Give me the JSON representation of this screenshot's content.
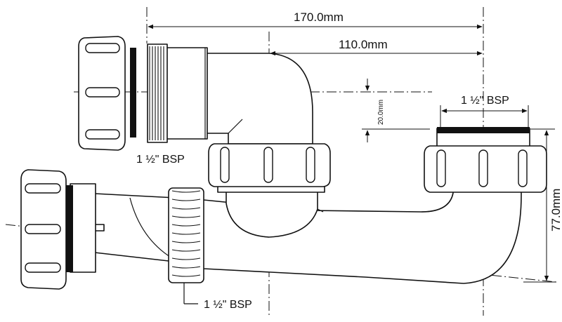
{
  "dimensions": {
    "overall_width": "170.0mm",
    "inner_width": "110.0mm",
    "inlet_drop": "20.0mm",
    "height": "77.0mm"
  },
  "connections": {
    "top_left": "1 ½\" BSP",
    "top_right": "1 ½\" BSP",
    "bottom": "1 ½\" BSP"
  },
  "colors": {
    "line": "#111111",
    "background": "#ffffff",
    "gasket": "#111111"
  }
}
